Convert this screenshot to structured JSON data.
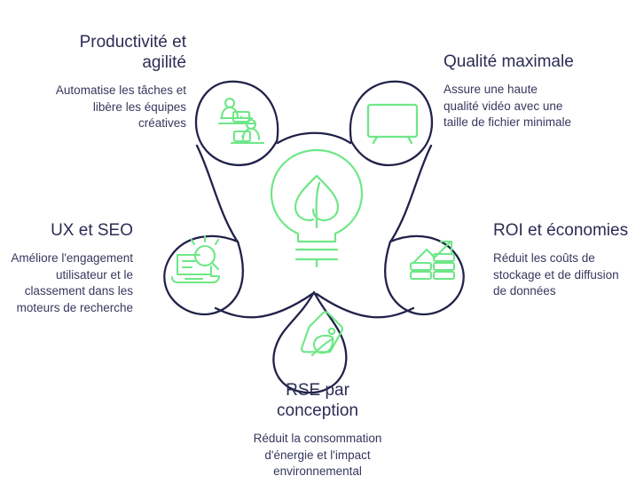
{
  "diagram": {
    "type": "radial-petal-infographic",
    "center_icon": "lightbulb-leaf-icon",
    "colors": {
      "outline": "#20224a",
      "accent_green": "#6ee787",
      "title_text": "#2a2d54",
      "body_text": "#35385e",
      "background": "#ffffff"
    },
    "petals": [
      {
        "id": "productivity",
        "title": "Productivité et\nagilité",
        "description": "Automatise les tâches et\nlibère les équipes\ncréatives",
        "icon": "people-laptops-icon",
        "align": "right"
      },
      {
        "id": "quality",
        "title": "Qualité maximale",
        "description": "Assure une haute\nqualité vidéo avec une\ntaille de fichier minimale",
        "icon": "television-icon",
        "align": "left"
      },
      {
        "id": "ux-seo",
        "title": "UX et SEO",
        "description": "Améliore l'engagement\nutilisateur et le\nclassement dans les\nmoteurs de recherche",
        "icon": "laptop-search-icon",
        "align": "right"
      },
      {
        "id": "roi",
        "title": "ROI et économies",
        "description": "Réduit les coûts de\nstockage et de diffusion\nde données",
        "icon": "growth-coins-icon",
        "align": "left"
      },
      {
        "id": "rse",
        "title": "RSE par\nconception",
        "description": "Réduit la consommation\nd'énergie et l'impact\nenvironnemental",
        "icon": "eco-tag-leaf-icon",
        "align": "center"
      }
    ]
  }
}
